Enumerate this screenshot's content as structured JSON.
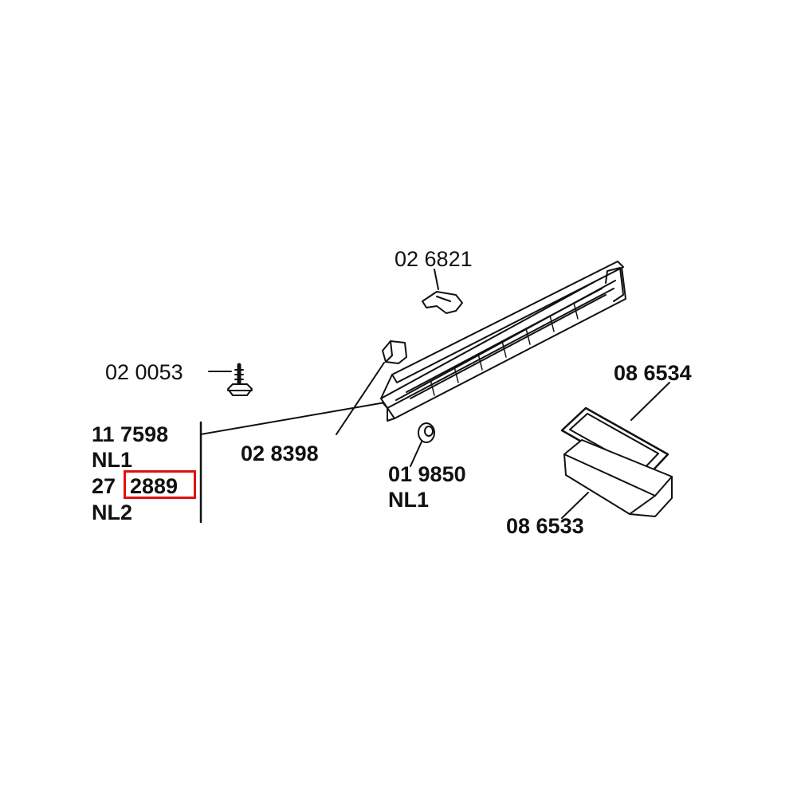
{
  "labels": {
    "p_026821": "02 6821",
    "p_020053": "02 0053",
    "p_117598": "11 7598",
    "nl1_left": "NL1",
    "p_27_prefix": "27",
    "p_2889": "2889",
    "nl2_left": "NL2",
    "p_028398": "02 8398",
    "p_019850": "01 9850",
    "nl1_mid": "NL1",
    "p_086534": "08 6534",
    "p_086533": "08 6533"
  },
  "highlight": {
    "target": "2889",
    "color": "#e01010"
  },
  "colors": {
    "line": "#111111",
    "background": "#ffffff"
  }
}
